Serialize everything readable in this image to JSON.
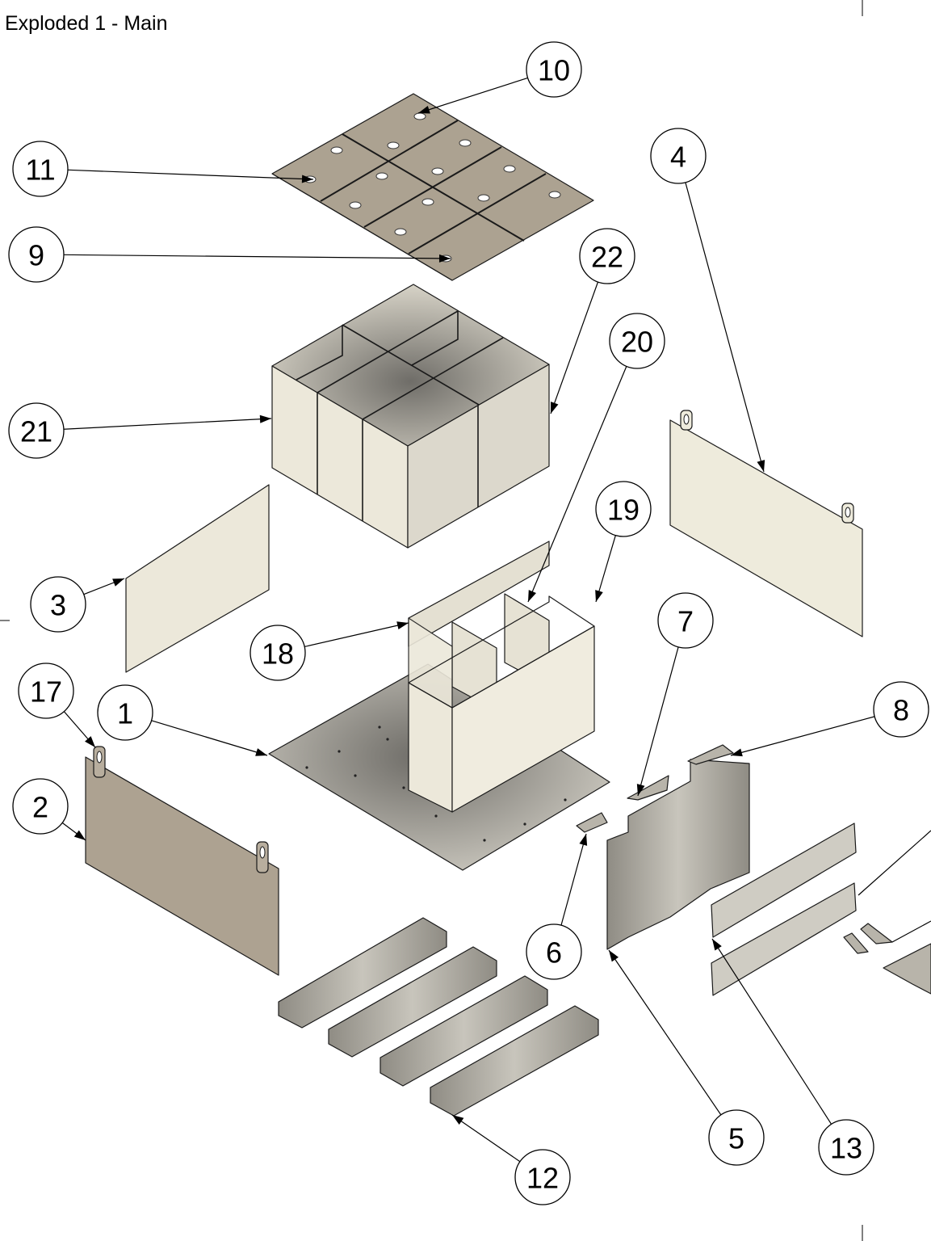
{
  "view_title": "Exploded 1 - Main",
  "balloons": [
    {
      "label": "1"
    },
    {
      "label": "2"
    },
    {
      "label": "3"
    },
    {
      "label": "4"
    },
    {
      "label": "5"
    },
    {
      "label": "6"
    },
    {
      "label": "7"
    },
    {
      "label": "8"
    },
    {
      "label": "9"
    },
    {
      "label": "10"
    },
    {
      "label": "11"
    },
    {
      "label": "12"
    },
    {
      "label": "13"
    },
    {
      "label": "17"
    },
    {
      "label": "18"
    },
    {
      "label": "19"
    },
    {
      "label": "20"
    },
    {
      "label": "21"
    },
    {
      "label": "22"
    }
  ],
  "colors": {
    "lid_panel": "#aca291",
    "cream_panel": "#ece8da",
    "base_plate": "#9e9c95",
    "tan_panel": "#ada291",
    "steel": "#a8a59c",
    "outline": "#1a1a1a"
  }
}
